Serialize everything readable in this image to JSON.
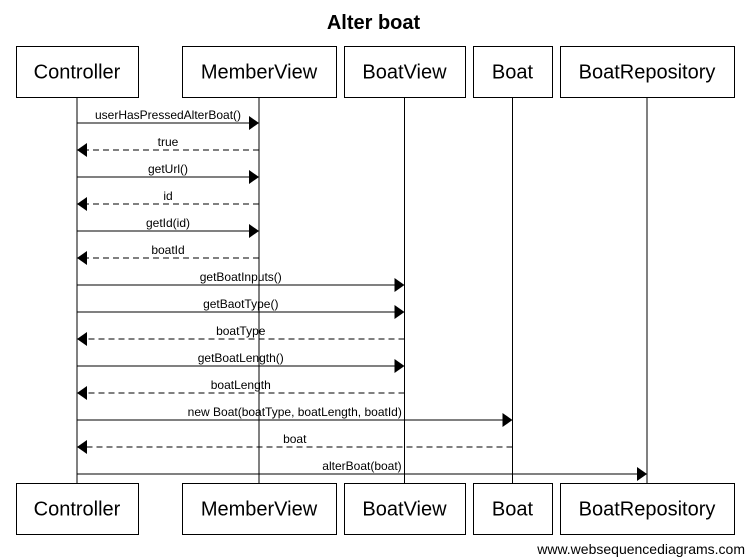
{
  "title": "Alter boat",
  "participants": [
    {
      "id": "controller",
      "label": "Controller"
    },
    {
      "id": "memberview",
      "label": "MemberView"
    },
    {
      "id": "boatview",
      "label": "BoatView"
    },
    {
      "id": "boat",
      "label": "Boat"
    },
    {
      "id": "boatrepository",
      "label": "BoatRepository"
    }
  ],
  "messages": [
    {
      "from": "controller",
      "to": "memberview",
      "label": "userHasPressedAlterBoat()",
      "type": "call"
    },
    {
      "from": "memberview",
      "to": "controller",
      "label": "true",
      "type": "return"
    },
    {
      "from": "controller",
      "to": "memberview",
      "label": "getUrl()",
      "type": "call"
    },
    {
      "from": "memberview",
      "to": "controller",
      "label": "id",
      "type": "return"
    },
    {
      "from": "controller",
      "to": "memberview",
      "label": "getId(id)",
      "type": "call"
    },
    {
      "from": "memberview",
      "to": "controller",
      "label": "boatId",
      "type": "return"
    },
    {
      "from": "controller",
      "to": "boatview",
      "label": "getBoatInputs()",
      "type": "call"
    },
    {
      "from": "controller",
      "to": "boatview",
      "label": "getBaotType()",
      "type": "call"
    },
    {
      "from": "boatview",
      "to": "controller",
      "label": "boatType",
      "type": "return"
    },
    {
      "from": "controller",
      "to": "boatview",
      "label": "getBoatLength()",
      "type": "call"
    },
    {
      "from": "boatview",
      "to": "controller",
      "label": "boatLength",
      "type": "return"
    },
    {
      "from": "controller",
      "to": "boat",
      "label": "new Boat(boatType, boatLength, boatId)",
      "type": "call"
    },
    {
      "from": "boat",
      "to": "controller",
      "label": "boat",
      "type": "return"
    },
    {
      "from": "controller",
      "to": "boatrepository",
      "label": "alterBoat(boat)",
      "type": "call"
    }
  ],
  "watermark": "www.websequencediagrams.com"
}
